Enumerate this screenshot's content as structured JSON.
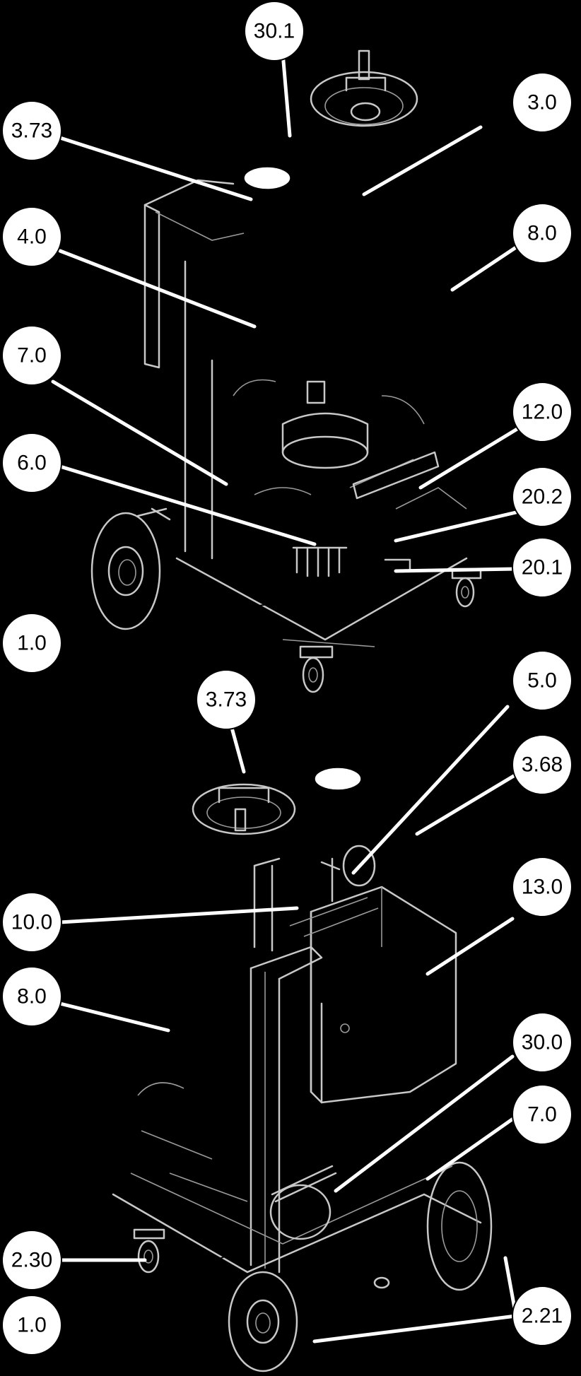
{
  "callouts": [
    {
      "id": "c-30-1-top",
      "label": "30.1"
    },
    {
      "id": "c-3-73-top",
      "label": "3.73"
    },
    {
      "id": "c-3-0",
      "label": "3.0"
    },
    {
      "id": "c-4-0",
      "label": "4.0"
    },
    {
      "id": "c-8-0-top",
      "label": "8.0"
    },
    {
      "id": "c-7-0-top",
      "label": "7.0"
    },
    {
      "id": "c-12-0",
      "label": "12.0"
    },
    {
      "id": "c-6-0",
      "label": "6.0"
    },
    {
      "id": "c-20-2",
      "label": "20.2"
    },
    {
      "id": "c-20-1",
      "label": "20.1"
    },
    {
      "id": "c-1-0-top",
      "label": "1.0"
    },
    {
      "id": "c-3-73-bottom",
      "label": "3.73"
    },
    {
      "id": "c-5-0",
      "label": "5.0"
    },
    {
      "id": "c-3-68",
      "label": "3.68"
    },
    {
      "id": "c-10-0",
      "label": "10.0"
    },
    {
      "id": "c-13-0",
      "label": "13.0"
    },
    {
      "id": "c-8-0-bottom",
      "label": "8.0"
    },
    {
      "id": "c-30-0",
      "label": "30.0"
    },
    {
      "id": "c-7-0-bottom",
      "label": "7.0"
    },
    {
      "id": "c-2-30",
      "label": "2.30"
    },
    {
      "id": "c-2-21",
      "label": "2.21"
    },
    {
      "id": "c-1-0-bottom",
      "label": "1.0"
    }
  ],
  "colors": {
    "background": "#000000",
    "bubble_fill": "#ffffff",
    "line_art": "#c8c8c8"
  }
}
